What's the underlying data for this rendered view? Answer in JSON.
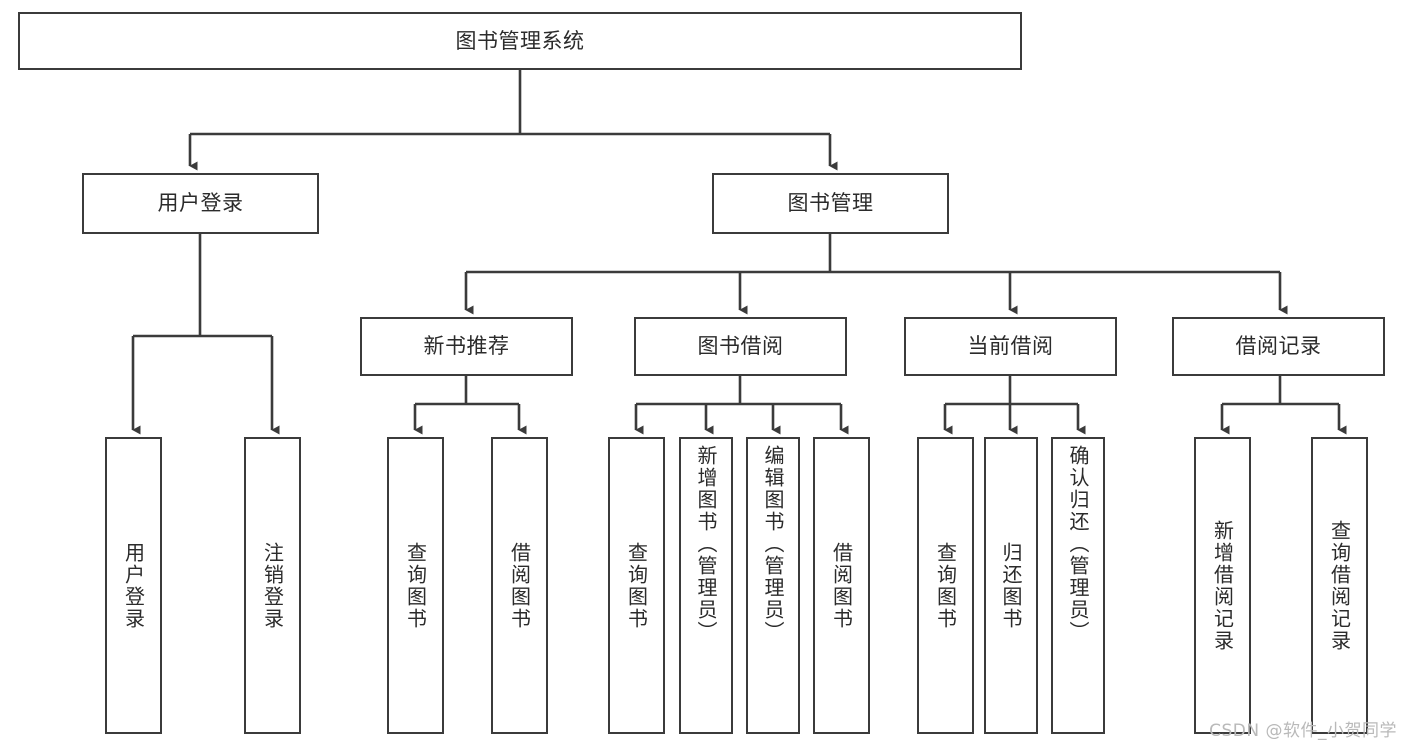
{
  "diagram": {
    "type": "tree",
    "title": "图书管理系统",
    "root": {
      "label": "图书管理系统"
    },
    "level2": [
      {
        "label": "用户登录"
      },
      {
        "label": "图书管理"
      }
    ],
    "level3": [
      {
        "label": "新书推荐"
      },
      {
        "label": "图书借阅"
      },
      {
        "label": "当前借阅"
      },
      {
        "label": "借阅记录"
      }
    ],
    "leaves": {
      "user_login": [
        {
          "label": "用户登录"
        },
        {
          "label": "注销登录"
        }
      ],
      "new_book_recommend": [
        {
          "label": "查询图书"
        },
        {
          "label": "借阅图书"
        }
      ],
      "book_borrow": [
        {
          "label": "查询图书"
        },
        {
          "label": "新增图书（管理员）"
        },
        {
          "label": "编辑图书（管理员）"
        },
        {
          "label": "借阅图书"
        }
      ],
      "current_borrow": [
        {
          "label": "查询图书"
        },
        {
          "label": "归还图书"
        },
        {
          "label": "确认归还（管理员）"
        }
      ],
      "borrow_record": [
        {
          "label": "新增借阅记录"
        },
        {
          "label": "查询借阅记录"
        }
      ]
    }
  },
  "watermark": {
    "text": "CSDN @软件_小贺同学"
  },
  "colors": {
    "line": "#3b3b3b",
    "text": "#2b2b2b",
    "background": "#ffffff",
    "watermark": "#b9b9b9"
  }
}
